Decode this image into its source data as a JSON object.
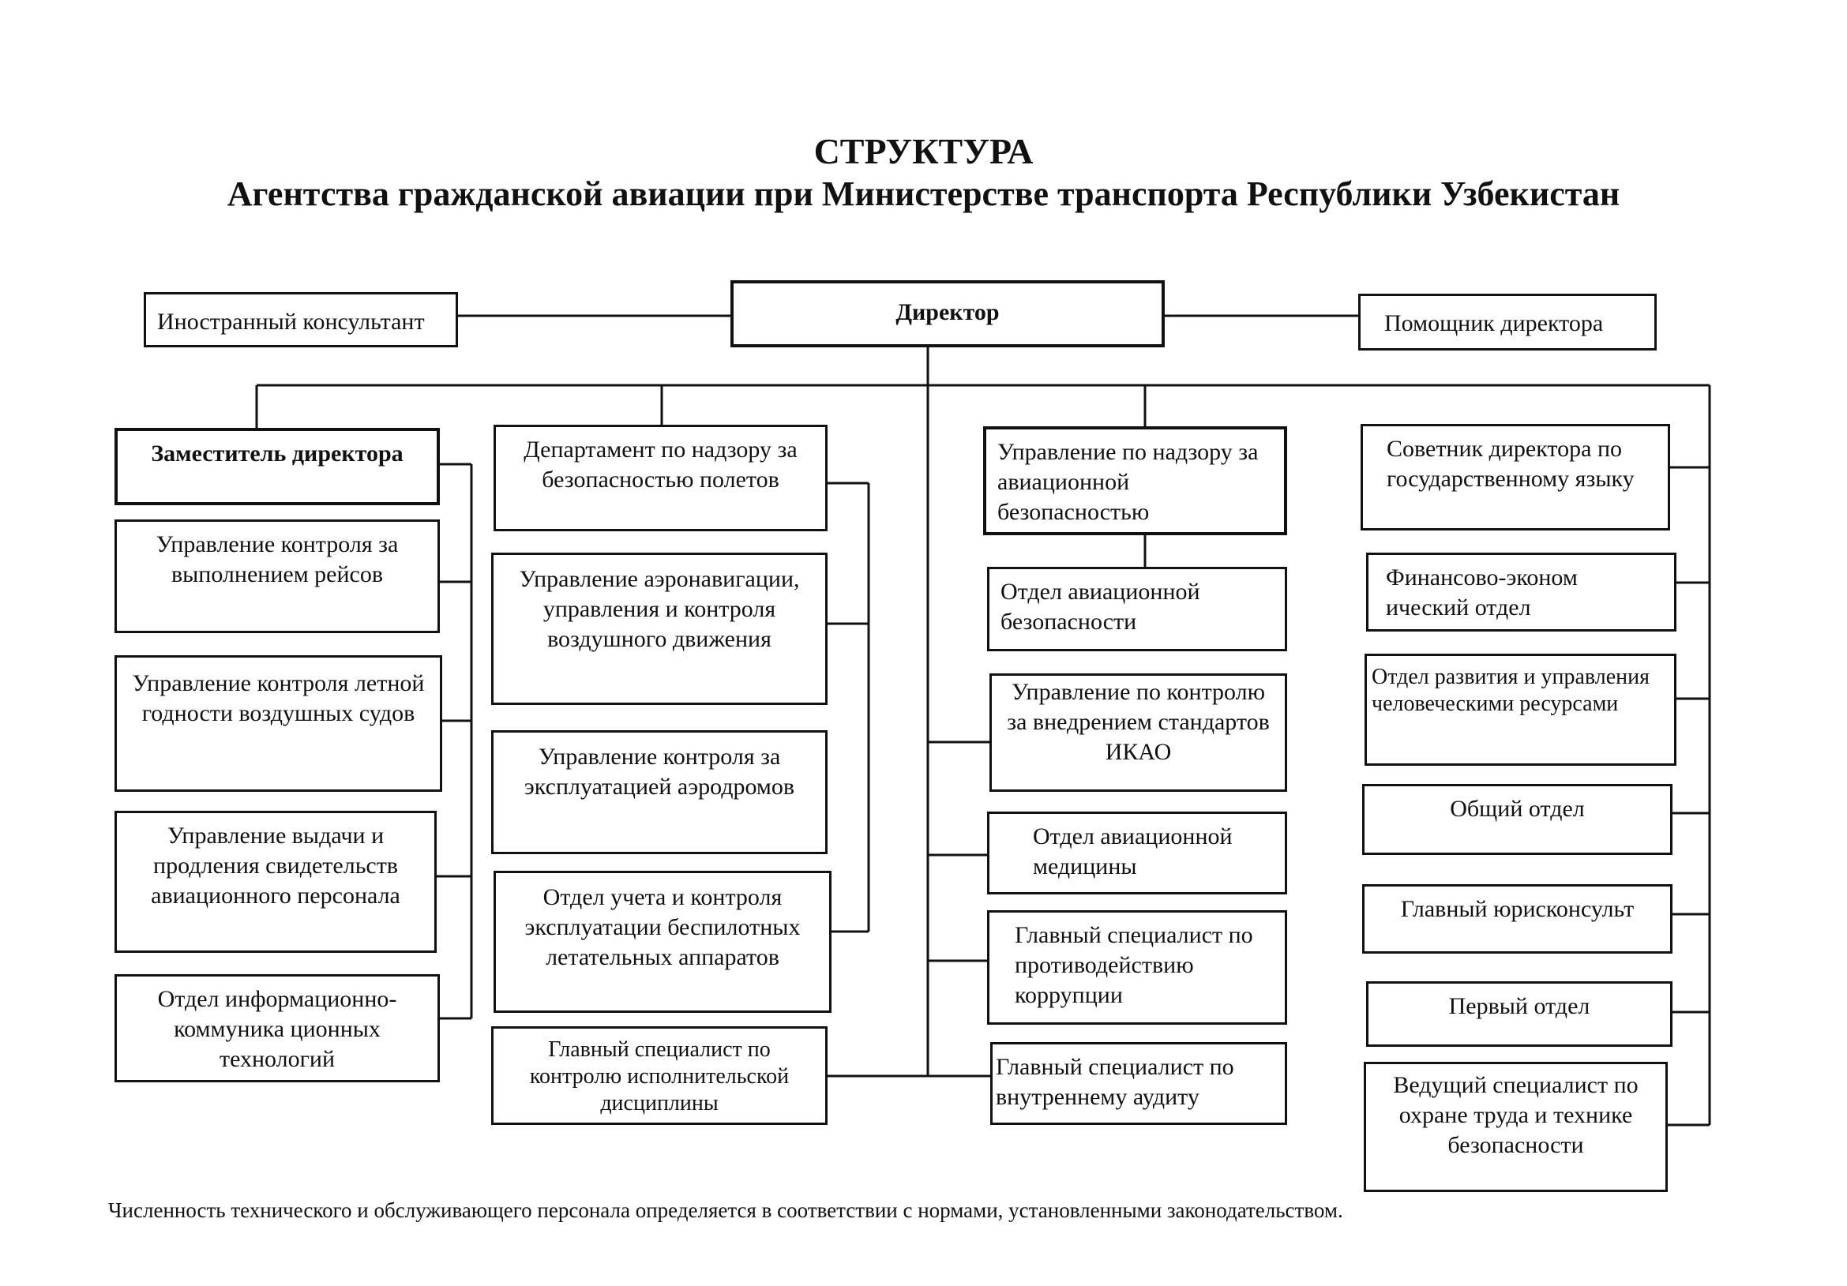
{
  "title": {
    "line1": "СТРУКТУРА",
    "line2": "Агентства гражданской авиации при Министерстве транспорта Республики Узбекистан"
  },
  "top": {
    "director": "Директор",
    "foreign_consultant": "Иностранный консультант",
    "assistant": "Помощник директора"
  },
  "col1": {
    "deputy": "Заместитель директора",
    "items": [
      "Управление контроля за выполнением рейсов",
      "Управление контроля летной годности воздушных судов",
      "Управление выдачи и продления свидетельств авиационного персонала",
      "Отдел информационно-коммуника ционных технологий"
    ]
  },
  "col2": {
    "head": "Департамент по надзору за безопасностью полетов",
    "items": [
      "Управление аэронавигации, управления и контроля воздушного движения",
      "Управление контроля за эксплуатацией аэродромов",
      "Отдел учета и контроля эксплуатации беспилотных летательных аппаратов"
    ],
    "discipline": "Главный специалист по контролю исполнительской дисциплины"
  },
  "col3": {
    "head": "Управление по надзору за авиационной безопасностью",
    "sub": "Отдел авиационной безопасности",
    "items": [
      "Управление по контролю за внедрением стандартов ИКАО",
      "Отдел авиационной медицины",
      "Главный специалист по противодействию коррупции",
      "Главный специалист по внутреннему аудиту"
    ]
  },
  "col4": {
    "items": [
      "Советник директора по государственному языку",
      "Финансово-эконом ический отдел",
      "Отдел развития и управления человеческими ресурсами",
      "Общий отдел",
      "Главный юрисконсульт",
      "Первый отдел",
      "Ведущий специалист по охране труда и технике безопасности"
    ]
  },
  "footnote": "Численность технического и обслуживающего персонала определяется в соответствии с нормами, установленными законодательством."
}
